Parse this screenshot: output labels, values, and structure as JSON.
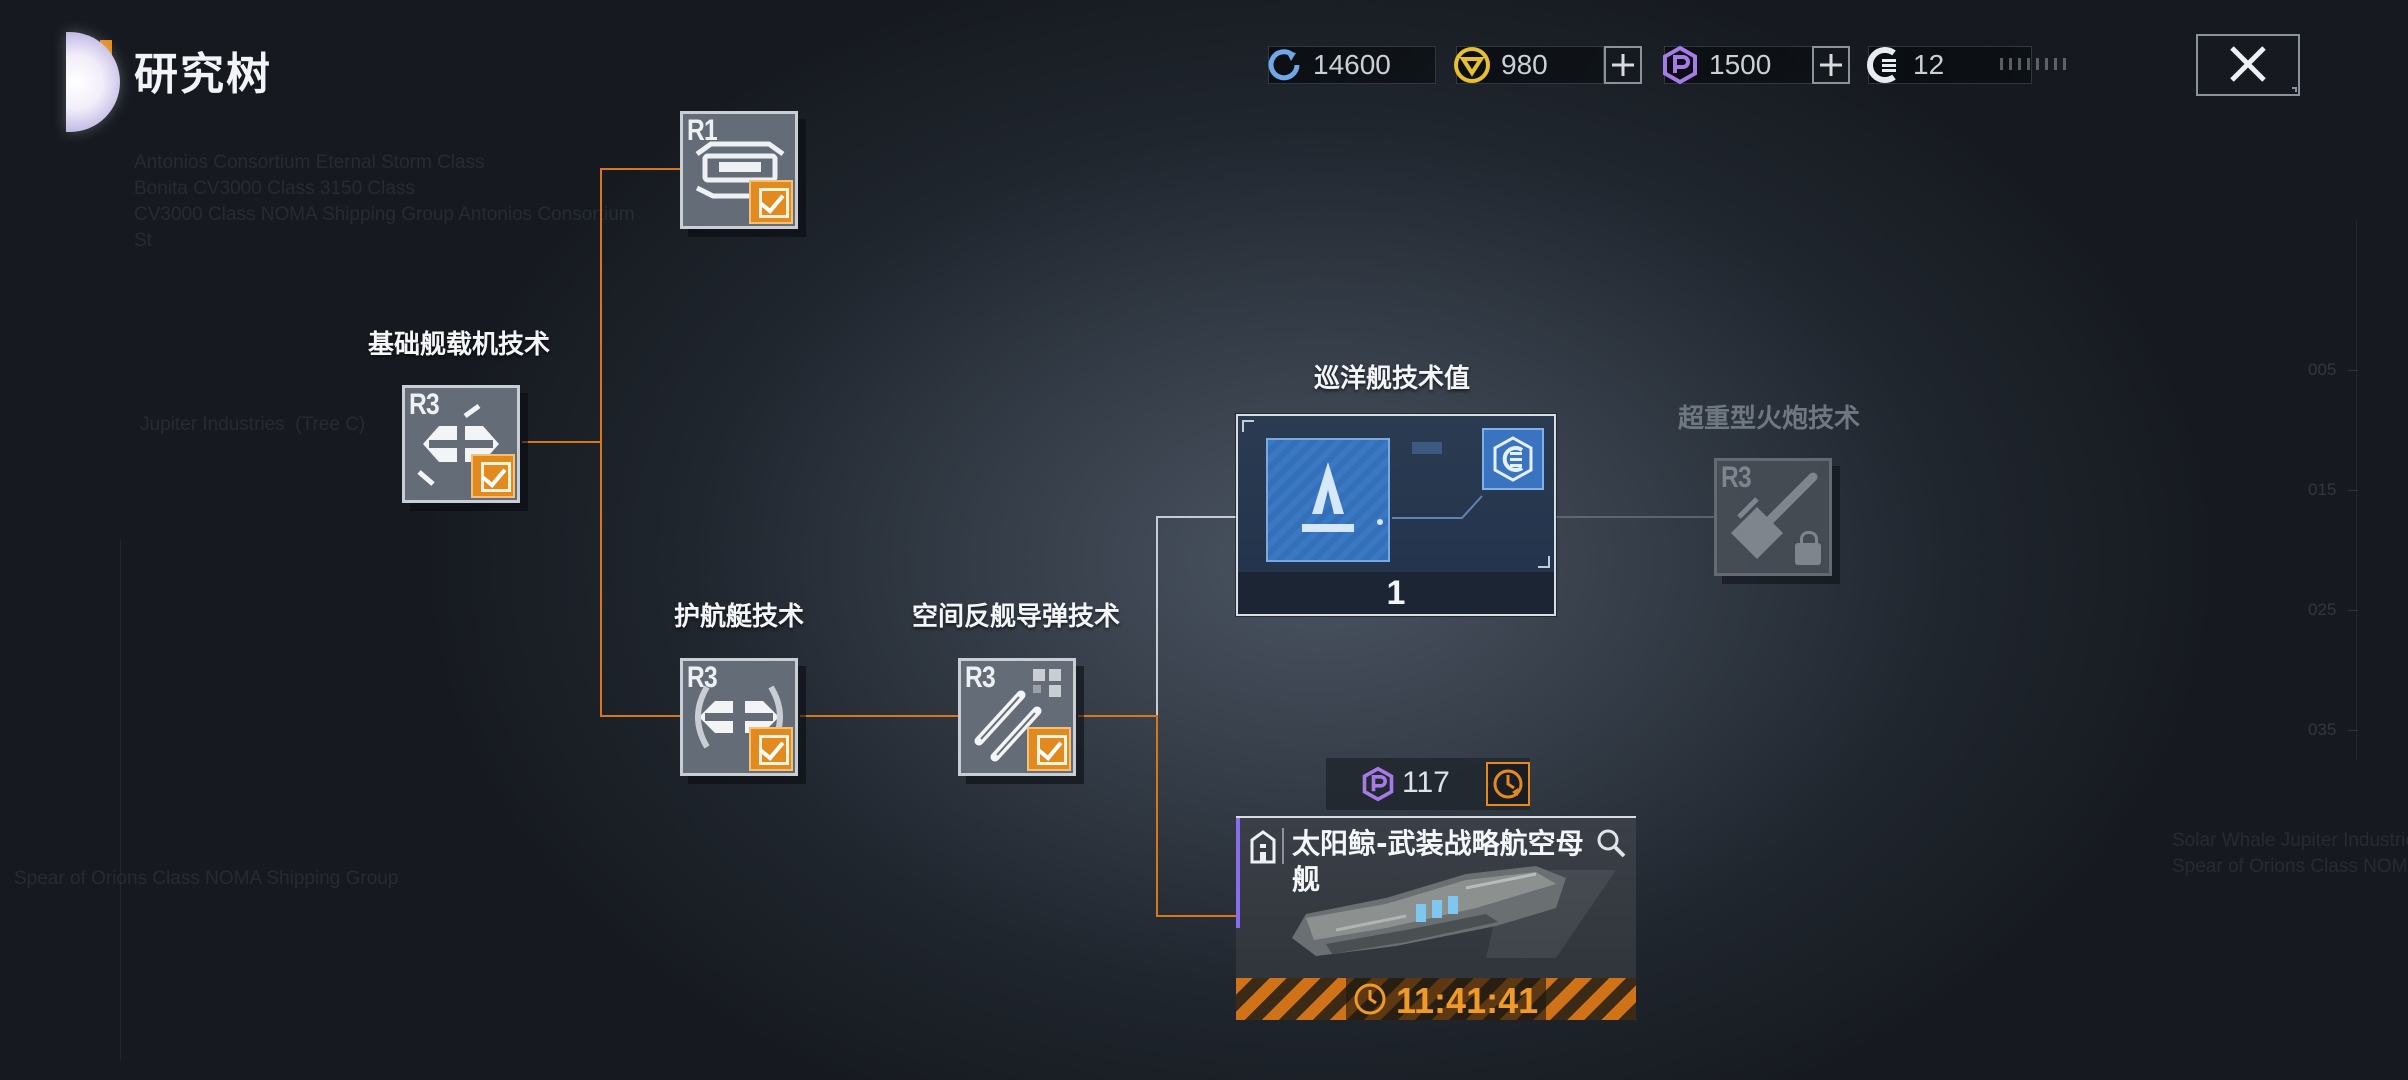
{
  "header": {
    "title": "研究树",
    "resources": [
      {
        "name": "credits",
        "icon": "refresh-ring-icon",
        "value": "14600",
        "color": "#6fa8e6"
      },
      {
        "name": "gold",
        "icon": "gold-coin-icon",
        "value": "980",
        "color": "#e6c030",
        "has_plus": true
      },
      {
        "name": "purple-points",
        "icon": "purple-hex-icon",
        "value": "1500",
        "color": "#a77be6",
        "has_plus": true
      },
      {
        "name": "research-points",
        "icon": "half-ring-icon",
        "value": "12",
        "color": "#e8ecef"
      }
    ]
  },
  "background_text": {
    "block1": "Antonios Consortium Eternal Storm Class\nBonita CV3000 Class 3150 Class\nCV3000 Class NOMA Shipping Group Antonios Consortium\nSt",
    "block2": "Jupiter Industries  (Tree C)",
    "block3": "Spear of Orions Class NOMA Shipping Group",
    "block4": "Solar Whale Jupiter Industries\nSpear of Orions Class NOMA Sh",
    "ticks": [
      "005",
      "015",
      "025",
      "035"
    ]
  },
  "tree": {
    "nodes": [
      {
        "id": "r1-top",
        "rank": "R1",
        "label": "",
        "state": "completed"
      },
      {
        "id": "basic-carrier",
        "rank": "R3",
        "label": "基础舰载机技术",
        "state": "completed"
      },
      {
        "id": "escort",
        "rank": "R3",
        "label": "护航艇技术",
        "state": "completed"
      },
      {
        "id": "anti-ship-missile",
        "rank": "R3",
        "label": "空间反舰导弹技术",
        "state": "completed"
      },
      {
        "id": "super-heavy-cannon",
        "rank": "R3",
        "label": "超重型火炮技术",
        "state": "locked"
      }
    ],
    "cruiser_card": {
      "label": "巡洋舰技术值",
      "value": "1"
    }
  },
  "ship": {
    "name": "太阳鲸-武装战略航空母舰",
    "cost": "117",
    "timer": "11:41:41",
    "accent_color": "#8a6cf0"
  },
  "colors": {
    "orange_line": "#d8761a",
    "check": "#e38a1e",
    "white_line": "#c5ccd3"
  }
}
